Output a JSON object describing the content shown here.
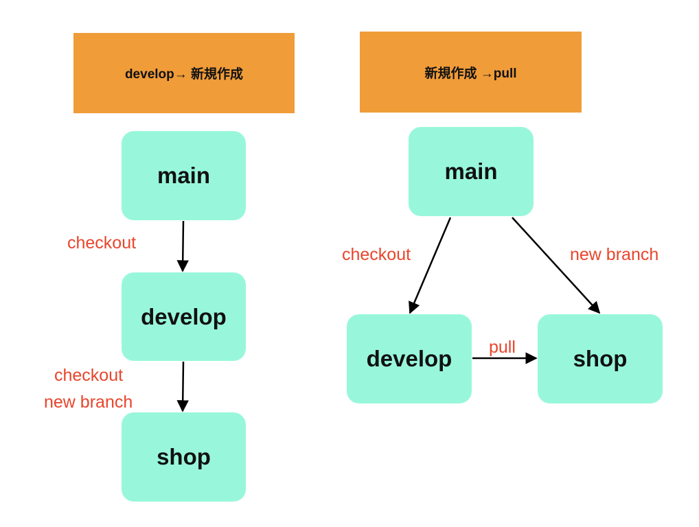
{
  "left_diagram": {
    "title": "develop→ 新規作成",
    "nodes": {
      "main": "main",
      "develop": "develop",
      "shop": "shop"
    },
    "edges": {
      "main_to_develop": "checkout",
      "develop_to_shop_line1": "checkout",
      "develop_to_shop_line2": "new branch"
    }
  },
  "right_diagram": {
    "title": "新規作成 →pull",
    "nodes": {
      "main": "main",
      "develop": "develop",
      "shop": "shop"
    },
    "edges": {
      "main_to_develop": "checkout",
      "main_to_shop": "new branch",
      "develop_to_shop": "pull"
    }
  },
  "colors": {
    "header_fill": "#f09c39",
    "node_fill": "#98f7da",
    "edge_label": "#e8452c",
    "arrow": "#000000"
  }
}
